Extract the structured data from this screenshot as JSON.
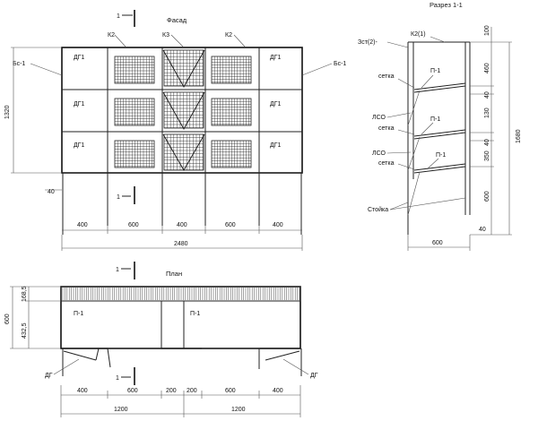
{
  "facade": {
    "title": "Фасад",
    "section_mark": "1",
    "labels": {
      "k2": "К2",
      "k3": "К3",
      "k2_right": "К2",
      "bs_left": "Бс-1",
      "bs_right": "Бс-1",
      "dg1": "ДГ1"
    },
    "dims": {
      "d400": "400",
      "d600": "600",
      "total": "2480",
      "height": "1320",
      "gap": "40"
    }
  },
  "section": {
    "title": "Разрез 1-1",
    "labels": {
      "zst": "Зст(2)-",
      "k2_1": "К2(1)",
      "setka": "сетка",
      "p1": "П-1",
      "lso": "ЛСО",
      "stoyka": "Стойка"
    },
    "dims": {
      "d100": "100",
      "d460": "460",
      "d40": "40",
      "d130": "130",
      "d350": "350",
      "d1680": "1680",
      "d600": "600"
    }
  },
  "plan": {
    "title": "План",
    "section_mark": "1",
    "labels": {
      "p1": "П-1",
      "dg": "ДГ"
    },
    "dims": {
      "d168": "168,5",
      "d432": "432,5",
      "d600": "600",
      "d400": "400",
      "d200": "200",
      "d1200": "1200"
    }
  }
}
